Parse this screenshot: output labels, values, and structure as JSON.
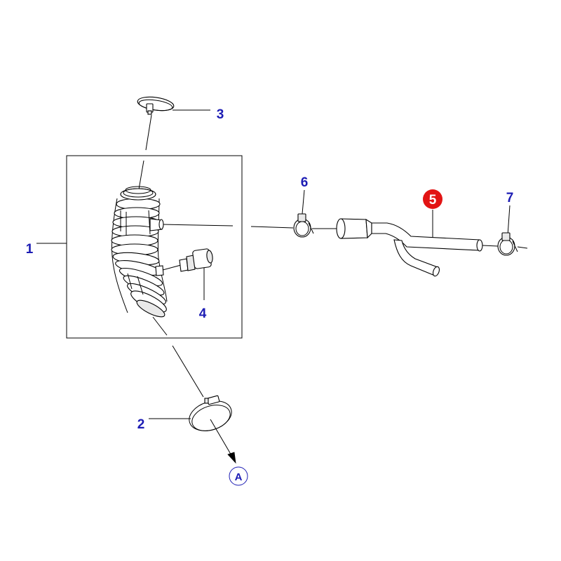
{
  "callouts": {
    "c1": "1",
    "c2": "2",
    "c3": "3",
    "c4": "4",
    "c5": "5",
    "c6": "6",
    "c7": "7",
    "cA": "A"
  },
  "colors": {
    "callout_text": "#1c1cb4",
    "highlight": "#e21414",
    "highlight_text": "#ffffff",
    "line": "#000000"
  }
}
